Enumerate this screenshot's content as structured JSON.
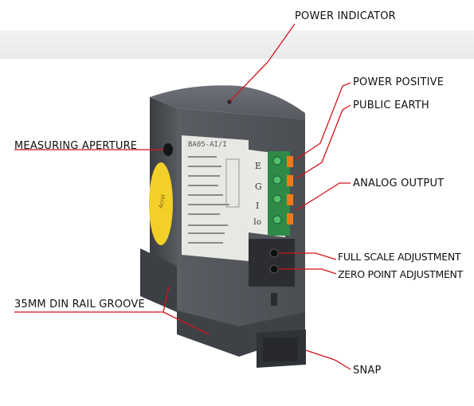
{
  "labels": {
    "power_indicator": "POWER INDICATOR",
    "power_positive": "POWER POSITIVE",
    "public_earth": "PUBLIC EARTH",
    "measuring_aperture": "MEASURING APERTURE",
    "analog_output": "ANALOG OUTPUT",
    "full_scale_adjustment": "FULL SCALE ADJUSTMENT",
    "zero_point_adjustment": "ZERO POINT ADJUSTMENT",
    "din_rail_groove": "35MM DIN RAIL GROOVE",
    "snap": "SNAP"
  },
  "device": {
    "model": "BA05-AI/I",
    "terminal_letters": [
      "E",
      "G",
      "I"
    ],
    "terminal_bottom": "Io",
    "brand": "Acrel"
  },
  "colors": {
    "leader_line": "#d4131b",
    "housing": "#4a4d52",
    "terminal_green": "#3aa05a",
    "terminal_orange": "#f07a1a",
    "sticker_yellow": "#f2d028"
  }
}
